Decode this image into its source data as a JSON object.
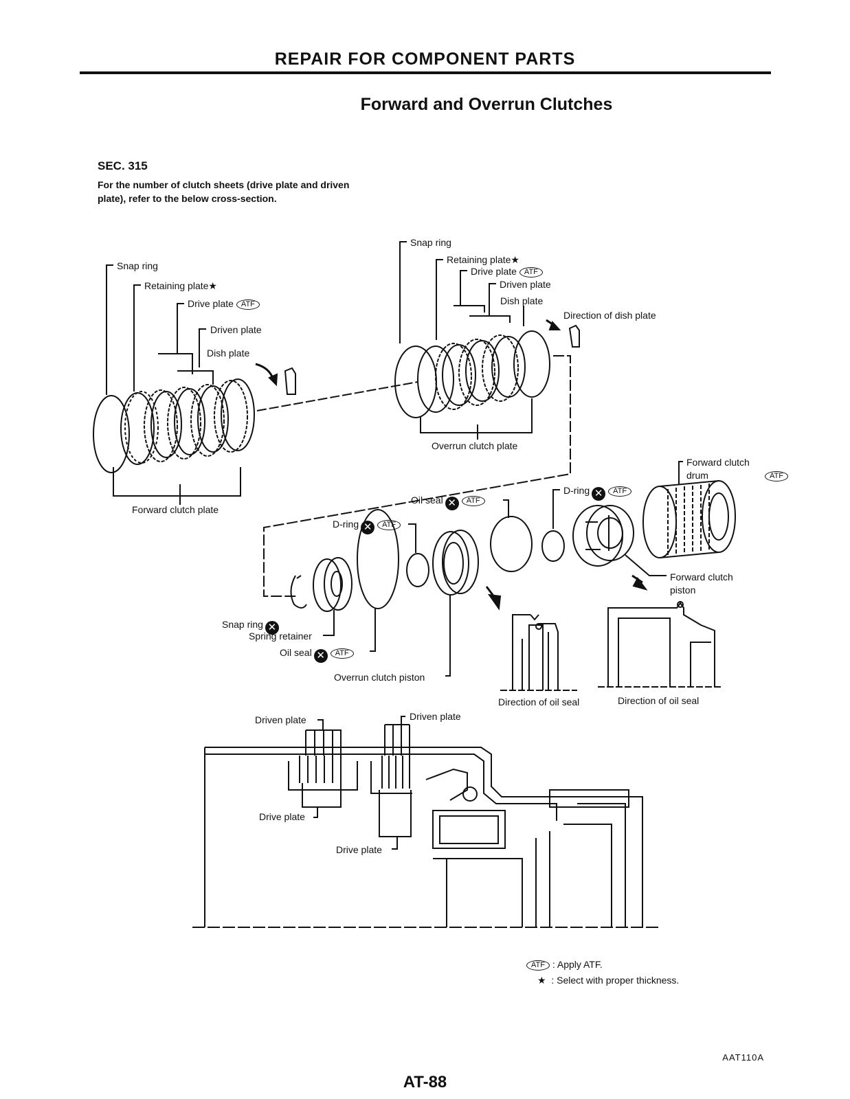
{
  "header": {
    "section_title": "REPAIR FOR COMPONENT PARTS",
    "subtitle": "Forward and Overrun Clutches"
  },
  "section": {
    "code": "SEC. 315",
    "note": "For the number of clutch sheets (drive plate and driven plate), refer to the below cross-section."
  },
  "labels": {
    "left_snap_ring": "Snap ring",
    "left_retaining_plate": "Retaining plate",
    "left_drive_plate": "Drive plate",
    "left_driven_plate": "Driven plate",
    "left_dish_plate": "Dish plate",
    "forward_clutch_plate": "Forward clutch plate",
    "right_snap_ring": "Snap ring",
    "right_retaining_plate": "Retaining plate",
    "right_drive_plate": "Drive plate",
    "right_driven_plate": "Driven plate",
    "right_dish_plate": "Dish plate",
    "direction_of_dish_plate": "Direction of dish plate",
    "overrun_clutch_plate": "Overrun clutch plate",
    "forward_clutch_drum": "Forward clutch drum",
    "oil_seal_upper": "Oil seal",
    "d_ring_right": "D-ring",
    "d_ring_left": "D-ring",
    "forward_clutch_piston": "Forward clutch piston",
    "snap_ring_lower": "Snap ring",
    "spring_retainer": "Spring retainer",
    "oil_seal_lower": "Oil seal",
    "overrun_clutch_piston": "Overrun clutch piston",
    "direction_of_oil_seal_1": "Direction of oil seal",
    "direction_of_oil_seal_2": "Direction of oil seal",
    "cs_driven_plate_1": "Driven plate",
    "cs_driven_plate_2": "Driven plate",
    "cs_drive_plate_1": "Drive plate",
    "cs_drive_plate_2": "Drive plate"
  },
  "symbols": {
    "atf": "ATF",
    "star": "★",
    "x": "✕"
  },
  "legend": {
    "atf_text": ": Apply ATF.",
    "star_text": ": Select with proper thickness."
  },
  "figure_code": "AAT110A",
  "page_number": "AT-88"
}
